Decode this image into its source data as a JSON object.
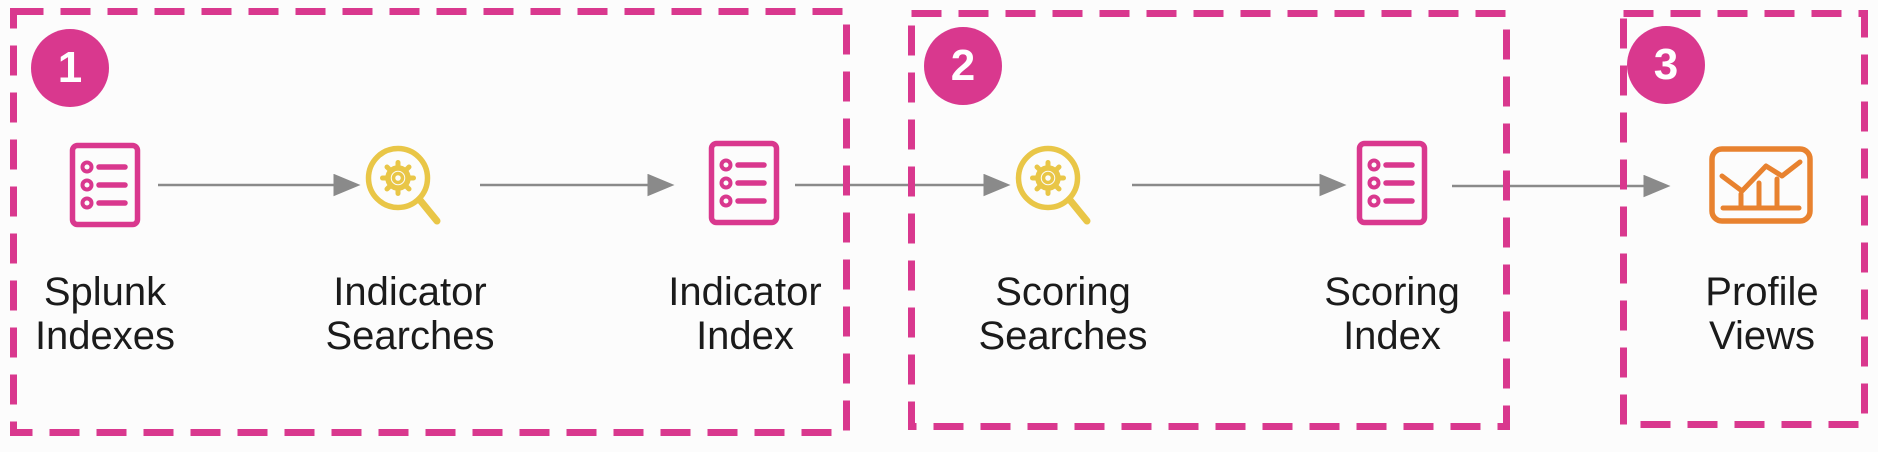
{
  "diagram": {
    "stages": [
      {
        "badge": "1",
        "nodes": [
          {
            "icon": "list-index-icon",
            "label_line1": "Splunk",
            "label_line2": "Indexes"
          },
          {
            "icon": "gear-search-icon",
            "label_line1": "Indicator",
            "label_line2": "Searches"
          },
          {
            "icon": "list-index-icon",
            "label_line1": "Indicator",
            "label_line2": "Index"
          }
        ]
      },
      {
        "badge": "2",
        "nodes": [
          {
            "icon": "gear-search-icon",
            "label_line1": "Scoring",
            "label_line2": "Searches"
          },
          {
            "icon": "list-index-icon",
            "label_line1": "Scoring",
            "label_line2": "Index"
          }
        ]
      },
      {
        "badge": "3",
        "nodes": [
          {
            "icon": "bar-line-chart-icon",
            "label_line1": "Profile",
            "label_line2": "Views"
          }
        ]
      }
    ],
    "colors": {
      "stage_border": "#d9388e",
      "badge_fill": "#d9388e",
      "badge_text": "#ffffff",
      "index_icon": "#d9388e",
      "search_icon": "#e9c647",
      "chart_icon": "#e8822f",
      "arrow": "#8a8a8a",
      "label_text": "#1b1b1b"
    }
  }
}
